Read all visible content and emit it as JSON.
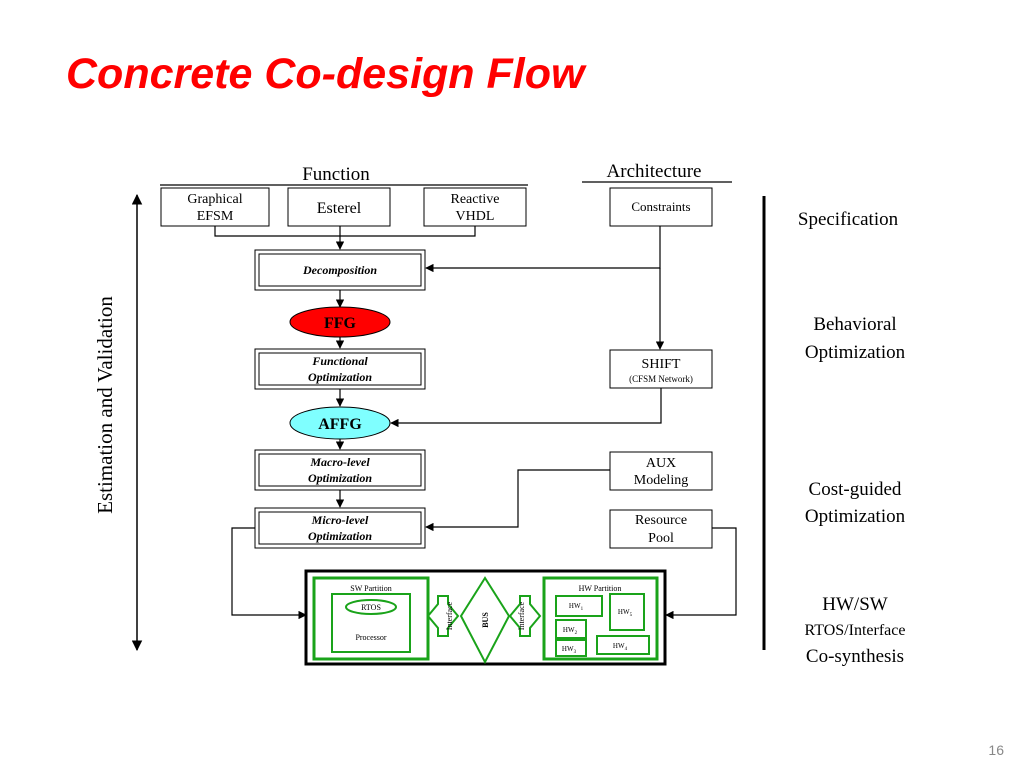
{
  "slide": {
    "title": "Concrete Co-design Flow",
    "page_number": "16"
  },
  "colors": {
    "title": "#ff0000",
    "ffg_fill": "#ff0000",
    "affg_fill": "#7fffff",
    "partition_green": "#1aa31a"
  },
  "diagram": {
    "function_label": "Function",
    "architecture_label": "Architecture",
    "side_label": "Estimation and Validation",
    "inputs": {
      "graphical_efsm": [
        "Graphical",
        "EFSM"
      ],
      "esterel": "Esterel",
      "reactive_vhdl": [
        "Reactive",
        "VHDL"
      ],
      "constraints": "Constraints"
    },
    "stages": {
      "decomposition": "Decomposition",
      "ffg": "FFG",
      "functional_optimization": [
        "Functional",
        "Optimization"
      ],
      "affg": "AFFG",
      "macro_optimization": [
        "Macro-level",
        "Optimization"
      ],
      "micro_optimization": [
        "Micro-level",
        "Optimization"
      ]
    },
    "architecture_blocks": {
      "shift": "SHIFT",
      "shift_sub": "(CFSM Network)",
      "aux": [
        "AUX",
        "Modeling"
      ],
      "resource_pool": [
        "Resource",
        "Pool"
      ]
    },
    "partition": {
      "sw_title": "SW Partition",
      "rtos": "RTOS",
      "processor": "Processor",
      "interface": "Interface",
      "bus": "BUS",
      "hw_title": "HW Partition",
      "hw_blocks": [
        {
          "base": "HW",
          "sub": "1"
        },
        {
          "base": "HW",
          "sub": "5"
        },
        {
          "base": "HW",
          "sub": "2"
        },
        {
          "base": "HW",
          "sub": "4"
        },
        {
          "base": "HW",
          "sub": "3"
        }
      ]
    },
    "phases": {
      "specification": "Specification",
      "behavioral": [
        "Behavioral",
        "Optimization"
      ],
      "cost_guided": [
        "Cost-guided",
        "Optimization"
      ],
      "cosynthesis": [
        "HW/SW",
        "RTOS/Interface",
        "Co-synthesis"
      ]
    }
  }
}
